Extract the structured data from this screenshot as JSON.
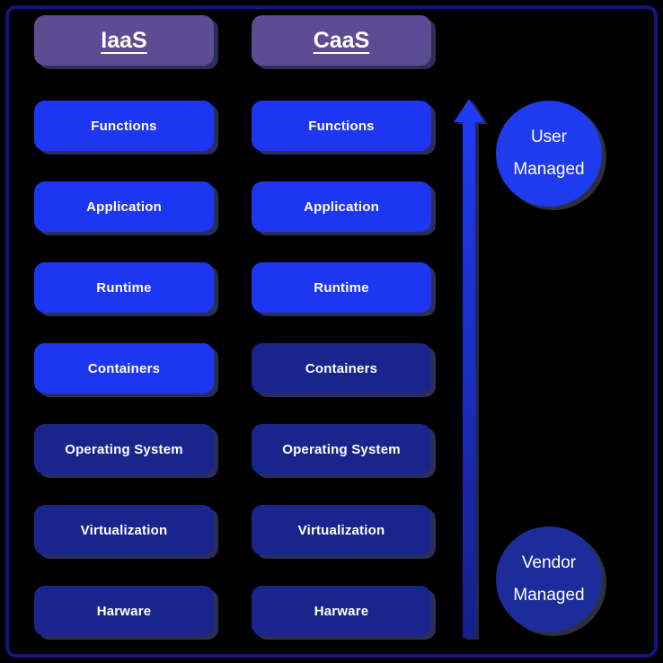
{
  "columns": [
    {
      "id": "iaas",
      "header": "IaaS",
      "layers": [
        {
          "label": "Functions",
          "managed": "user"
        },
        {
          "label": "Application",
          "managed": "user"
        },
        {
          "label": "Runtime",
          "managed": "user"
        },
        {
          "label": "Containers",
          "managed": "user"
        },
        {
          "label": "Operating System",
          "managed": "vendor"
        },
        {
          "label": "Virtualization",
          "managed": "vendor"
        },
        {
          "label": "Harware",
          "managed": "vendor"
        }
      ]
    },
    {
      "id": "caas",
      "header": "CaaS",
      "layers": [
        {
          "label": "Functions",
          "managed": "user"
        },
        {
          "label": "Application",
          "managed": "user"
        },
        {
          "label": "Runtime",
          "managed": "user"
        },
        {
          "label": "Containers",
          "managed": "vendor"
        },
        {
          "label": "Operating System",
          "managed": "vendor"
        },
        {
          "label": "Virtualization",
          "managed": "vendor"
        },
        {
          "label": "Harware",
          "managed": "vendor"
        }
      ]
    }
  ],
  "legend": {
    "user_circle": {
      "line1": "User",
      "line2": "Managed"
    },
    "vendor_circle": {
      "line1": "Vendor",
      "line2": "Managed"
    }
  },
  "colors": {
    "background": "#000000",
    "frame_border": "#15157E",
    "header_bg": "#5B4C93",
    "layer_user": "#1C36F2",
    "layer_vendor": "#19258D",
    "circle_user": "#1E3BEE",
    "circle_vendor": "#1C2D9B",
    "arrow_top": "#1E3AF5",
    "arrow_bottom": "#141F8C",
    "shadow": "#2B2F55",
    "text": "#FFFFFF"
  }
}
